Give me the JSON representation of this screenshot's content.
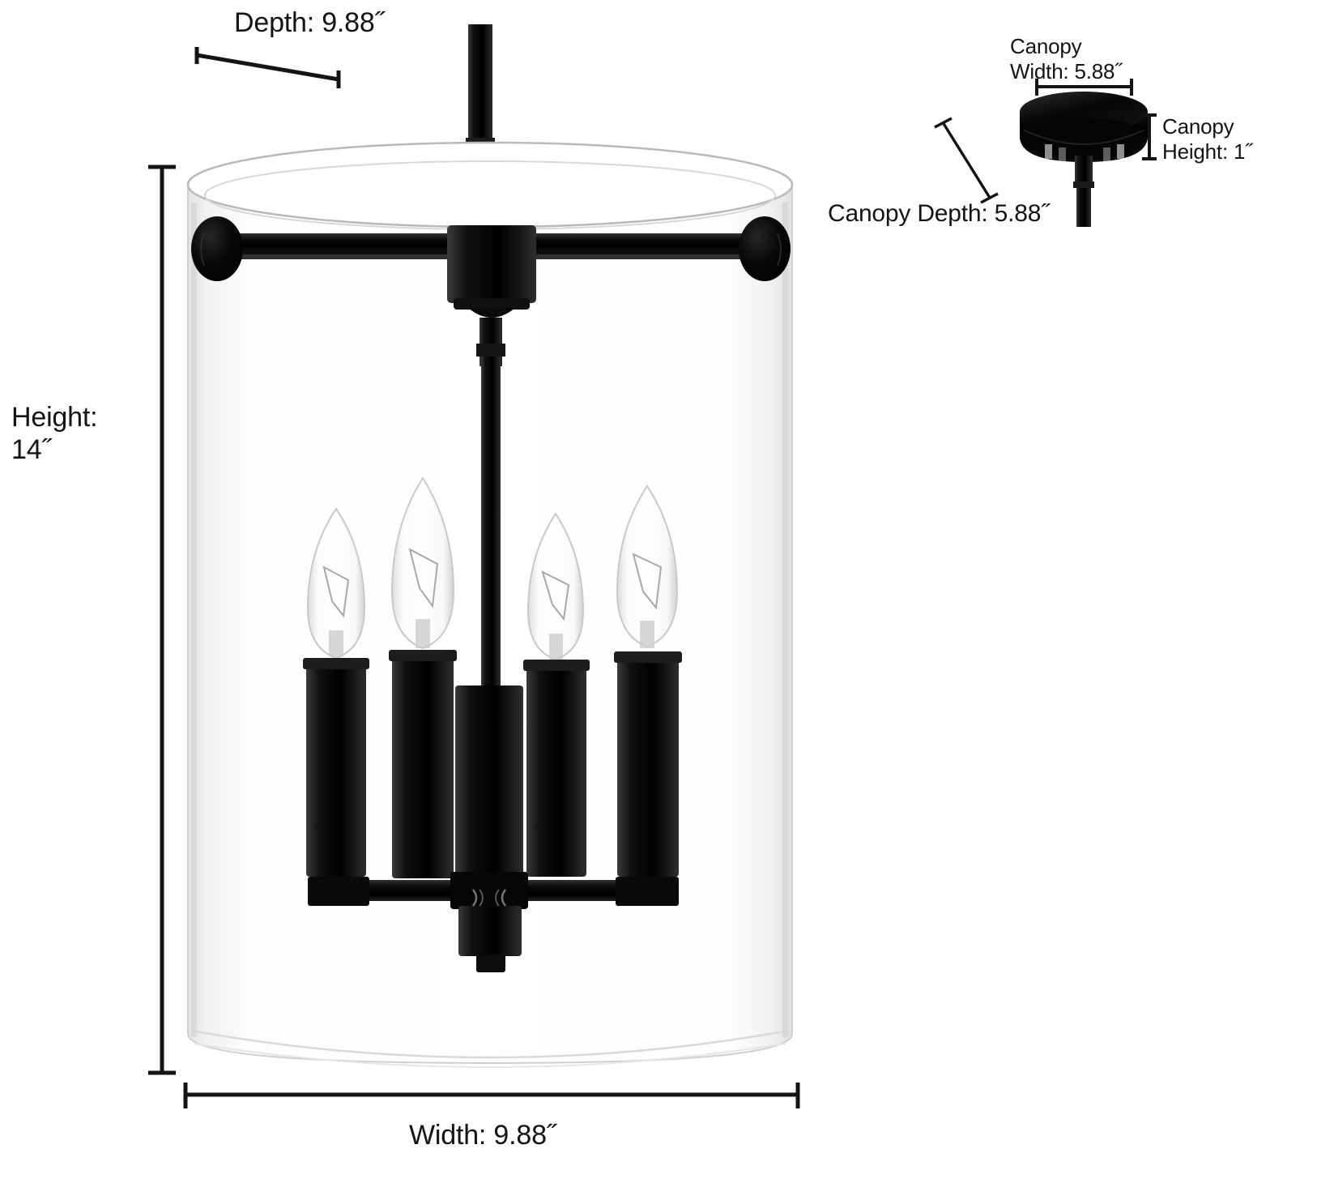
{
  "diagram": {
    "type": "product-dimension-diagram",
    "subject": "4-light cylinder glass pendant chandelier with canopy",
    "background_color": "#ffffff",
    "line_color": "#141414",
    "fixture_color": "#0b0b0b",
    "glass_color": "#fbfbfb"
  },
  "labels": {
    "depth": "Depth: 9.88˝",
    "height": "Height:\n14˝",
    "width": "Width: 9.88˝",
    "canopy_width": "Canopy\nWidth: 5.88˝",
    "canopy_height": "Canopy\nHeight: 1˝",
    "canopy_depth": "Canopy Depth: 5.88˝"
  },
  "measurements": [
    {
      "name": "depth",
      "value": "9.88",
      "unit": "˝",
      "label": "Depth: 9.88˝"
    },
    {
      "name": "height",
      "value": "14",
      "unit": "˝",
      "label": "Height: 14˝"
    },
    {
      "name": "width",
      "value": "9.88",
      "unit": "˝",
      "label": "Width: 9.88˝"
    },
    {
      "name": "canopy_width",
      "value": "5.88",
      "unit": "˝",
      "label": "Canopy Width: 5.88˝"
    },
    {
      "name": "canopy_height",
      "value": "1",
      "unit": "˝",
      "label": "Canopy Height: 1˝"
    },
    {
      "name": "canopy_depth",
      "value": "5.88",
      "unit": "˝",
      "label": "Canopy Depth: 5.88˝"
    }
  ],
  "fixture": {
    "bulb_count": 4,
    "shade_shape": "clear cylinder glass",
    "finish": "matte black"
  }
}
